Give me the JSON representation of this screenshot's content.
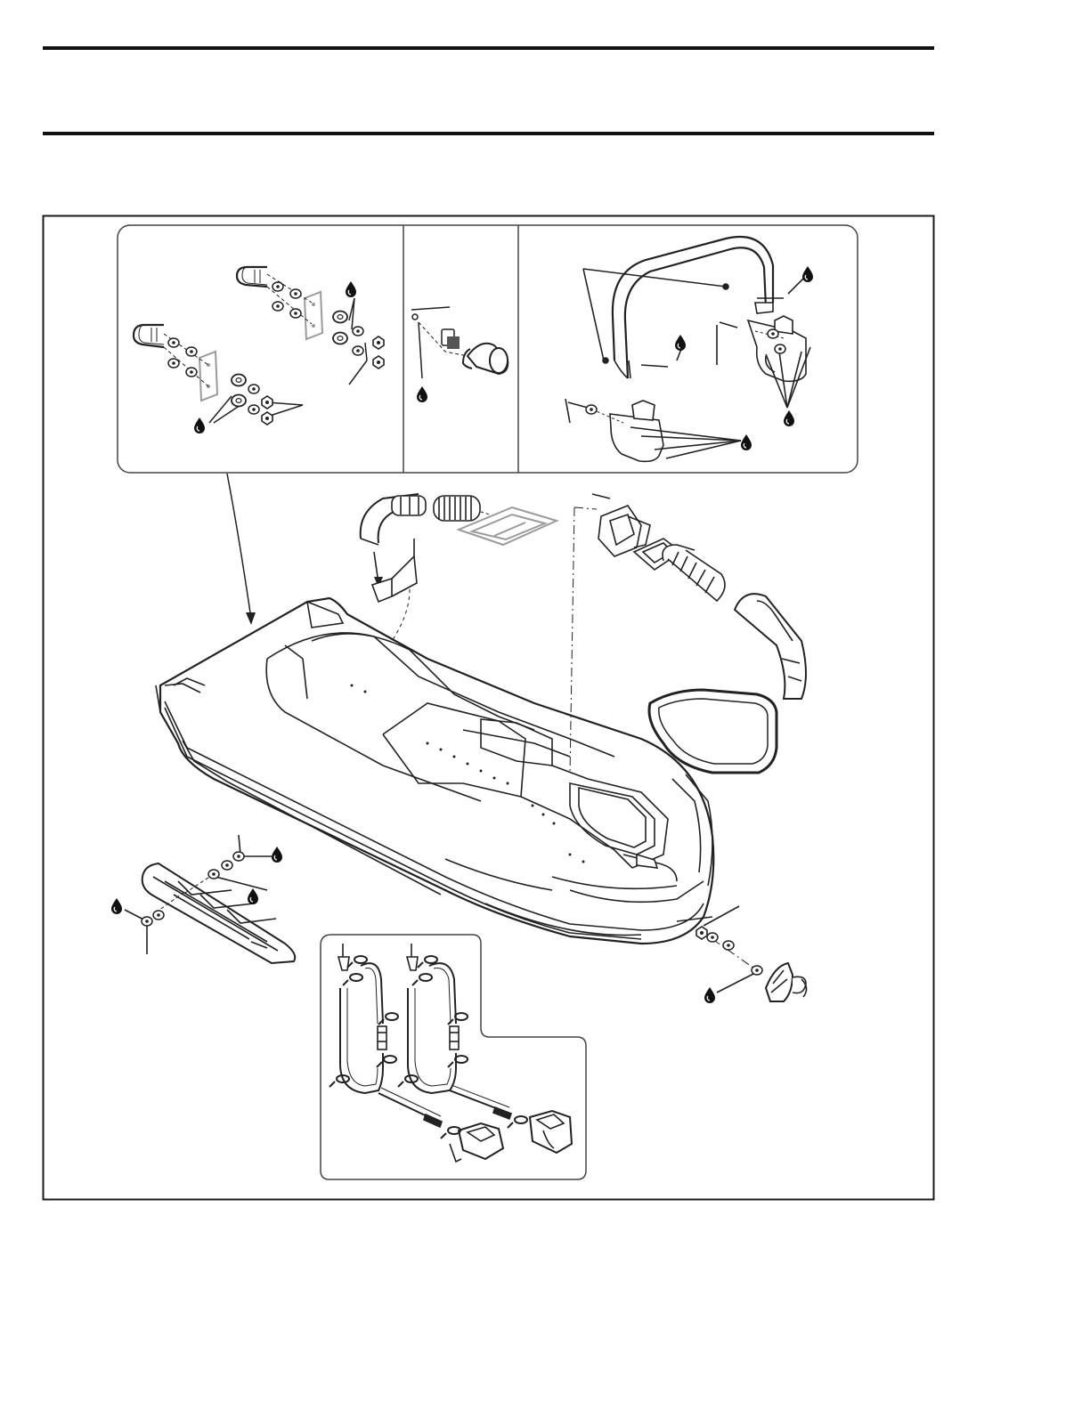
{
  "page": {
    "background": "#ffffff",
    "line_color": "#1a1a1a",
    "panel_stroke": "#444444",
    "muted_stroke": "#9a9a9a"
  },
  "icons": {
    "lubricant": "oil-drop-icon"
  },
  "diagram": {
    "kind": "exploded-parts-view",
    "panels": [
      {
        "id": "grab-handle-hardware"
      },
      {
        "id": "drain-plug"
      },
      {
        "id": "handlebar-and-vent-tubes"
      },
      {
        "id": "bilge-system"
      }
    ]
  }
}
